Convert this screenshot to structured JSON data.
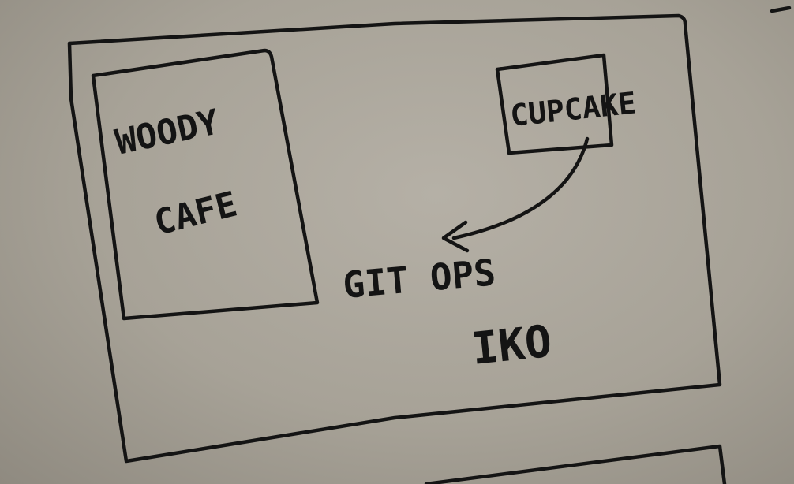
{
  "sketch": {
    "left_box": {
      "line1": "WOODY",
      "line2": "CAFE"
    },
    "right_box": {
      "label": "CUPCAKE"
    },
    "flow_label": "GIT OPS",
    "product_label": "IKO"
  }
}
